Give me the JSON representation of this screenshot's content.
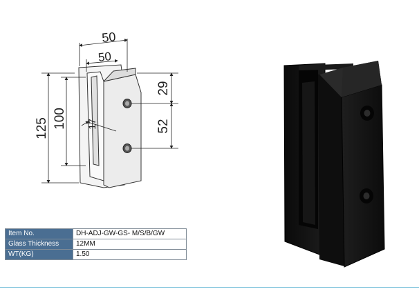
{
  "drawing": {
    "dimensions": {
      "top_width": "50",
      "inner_width": "50",
      "right_upper": "29",
      "right_lower": "52",
      "total_height": "125",
      "inner_height": "100",
      "slot": "17"
    }
  },
  "specs": [
    {
      "key": "Item No.",
      "value": "DH-ADJ-GW-GS- M/S/B/GW"
    },
    {
      "key": "Glass Thickness",
      "value": "12MM"
    },
    {
      "key": "WT(KG)",
      "value": "1.50"
    }
  ],
  "colors": {
    "table_header": "#4a6e92",
    "product_finish": "#141414",
    "bottom_rule": "#7fc3dc"
  }
}
